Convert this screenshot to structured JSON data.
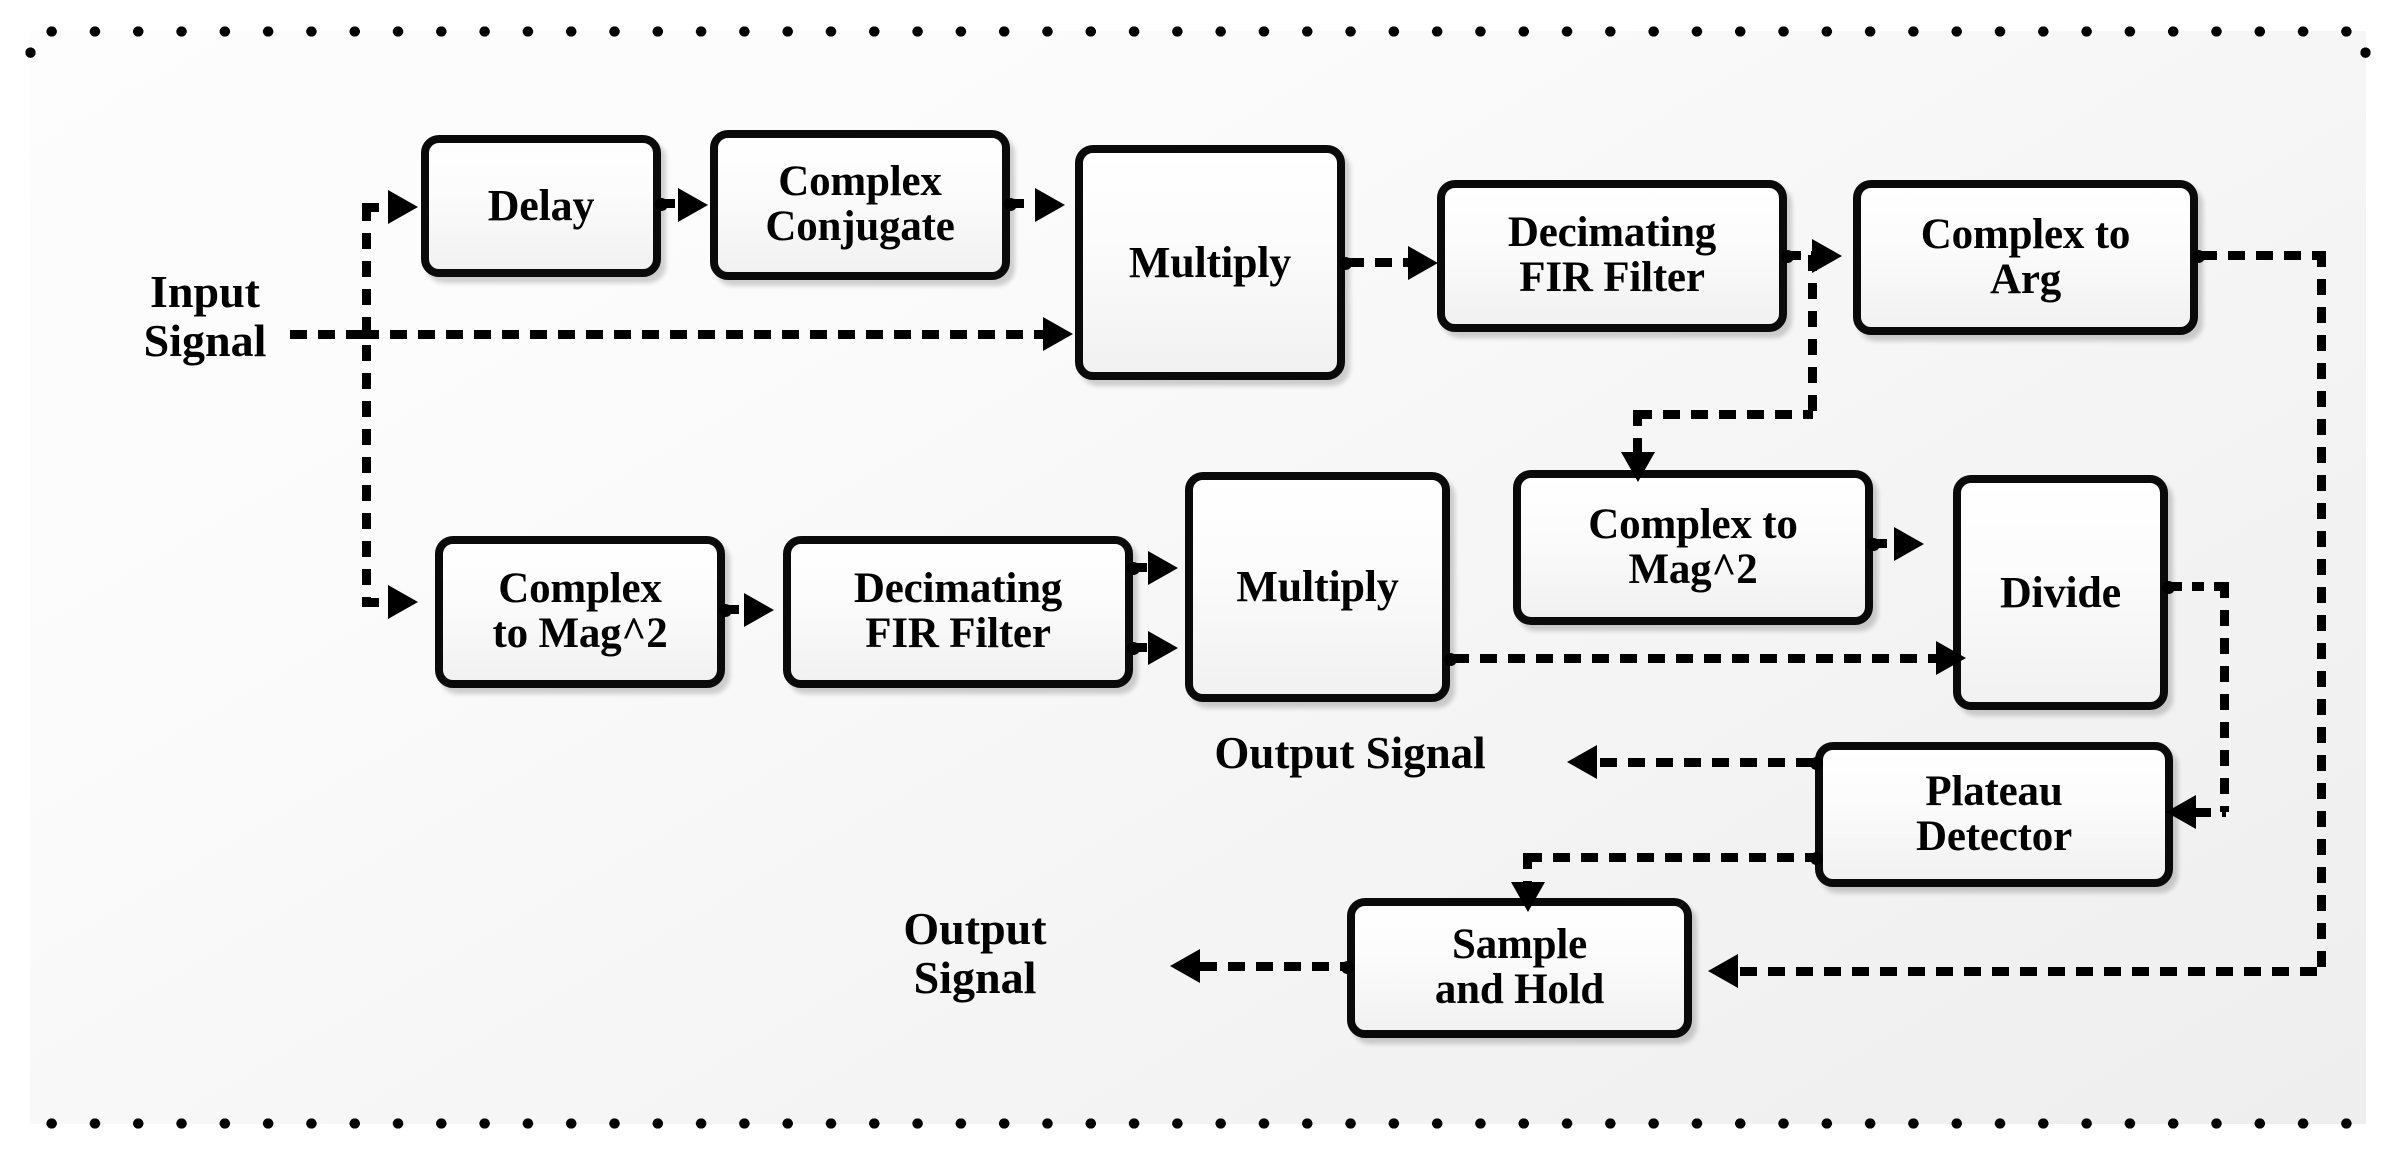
{
  "diagram": {
    "title": "Signal processing block diagram",
    "background_color": "#f7f7f7",
    "line_color": "#000000",
    "block_fill": "#fbfbfb",
    "border_style": "dotted"
  },
  "labels": {
    "input_signal": "Input\nSignal",
    "output_signal_mid": "Output Signal",
    "output_signal_bottom": "Output\nSignal"
  },
  "blocks": [
    {
      "id": "delay",
      "label": "Delay"
    },
    {
      "id": "conj",
      "label": "Complex\nConjugate"
    },
    {
      "id": "mul_top",
      "label": "Multiply"
    },
    {
      "id": "fir_top",
      "label": "Decimating\nFIR Filter"
    },
    {
      "id": "arg",
      "label": "Complex to\nArg"
    },
    {
      "id": "mag_left",
      "label": "Complex\nto Mag^2"
    },
    {
      "id": "fir_mid",
      "label": "Decimating\nFIR Filter"
    },
    {
      "id": "mul_mid",
      "label": "Multiply"
    },
    {
      "id": "mag_right",
      "label": "Complex to\nMag^2"
    },
    {
      "id": "divide",
      "label": "Divide"
    },
    {
      "id": "plateau",
      "label": "Plateau\nDetector"
    },
    {
      "id": "sample_hold",
      "label": "Sample\nand Hold"
    }
  ],
  "connections": [
    {
      "from": "input_signal",
      "to": "delay"
    },
    {
      "from": "input_signal",
      "to": "mul_top"
    },
    {
      "from": "input_signal",
      "to": "mag_left"
    },
    {
      "from": "delay",
      "to": "conj"
    },
    {
      "from": "conj",
      "to": "mul_top"
    },
    {
      "from": "mul_top",
      "to": "fir_top"
    },
    {
      "from": "fir_top",
      "to": "arg"
    },
    {
      "from": "fir_top",
      "to": "mag_right"
    },
    {
      "from": "arg",
      "to": "sample_hold"
    },
    {
      "from": "mag_left",
      "to": "fir_mid"
    },
    {
      "from": "fir_mid",
      "to": "mul_mid"
    },
    {
      "from": "mul_mid",
      "to": "divide"
    },
    {
      "from": "mag_right",
      "to": "divide"
    },
    {
      "from": "divide",
      "to": "plateau"
    },
    {
      "from": "plateau",
      "to": "output_signal_mid"
    },
    {
      "from": "plateau",
      "to": "sample_hold"
    },
    {
      "from": "sample_hold",
      "to": "output_signal_bottom"
    }
  ]
}
